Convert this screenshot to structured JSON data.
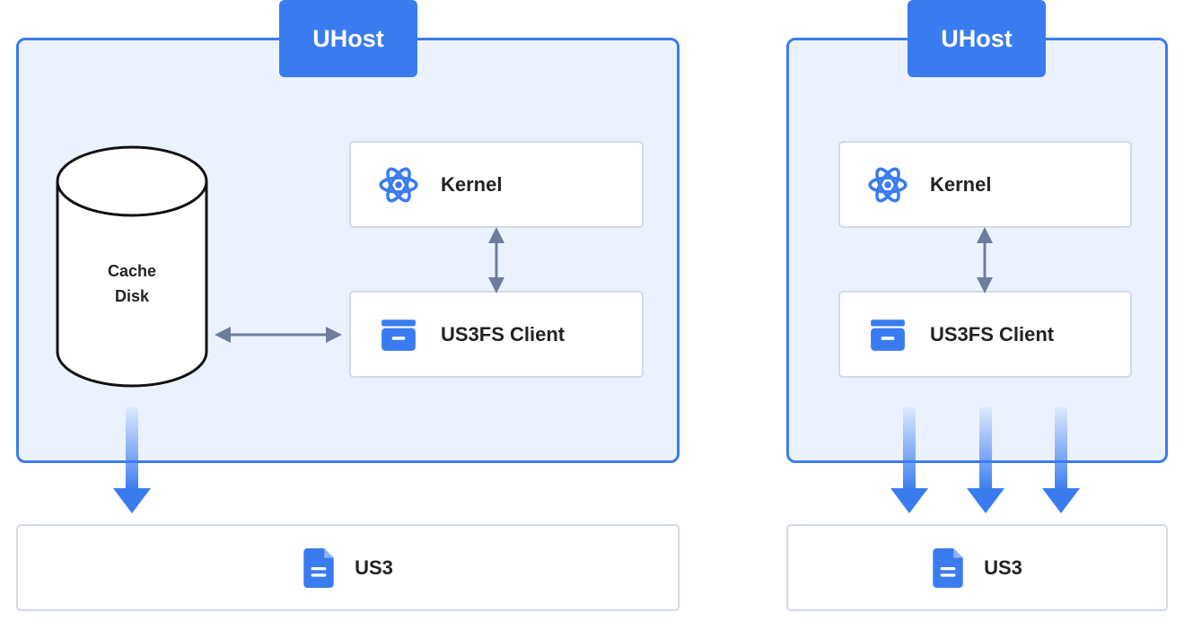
{
  "colors": {
    "accent": "#3a7cf0",
    "panel_fill": "#ecf2fd",
    "connector": "#6e7d9e"
  },
  "left": {
    "host": {
      "label": "UHost"
    },
    "cache_disk": {
      "line1": "Cache",
      "line2": "Disk"
    },
    "kernel": {
      "label": "Kernel",
      "icon": "atom-icon"
    },
    "client": {
      "label": "US3FS Client",
      "icon": "storage-box-icon"
    },
    "storage": {
      "label": "US3",
      "icon": "document-icon"
    }
  },
  "right": {
    "host": {
      "label": "UHost"
    },
    "kernel": {
      "label": "Kernel",
      "icon": "atom-icon"
    },
    "client": {
      "label": "US3FS Client",
      "icon": "storage-box-icon"
    },
    "storage": {
      "label": "US3",
      "icon": "document-icon"
    }
  }
}
